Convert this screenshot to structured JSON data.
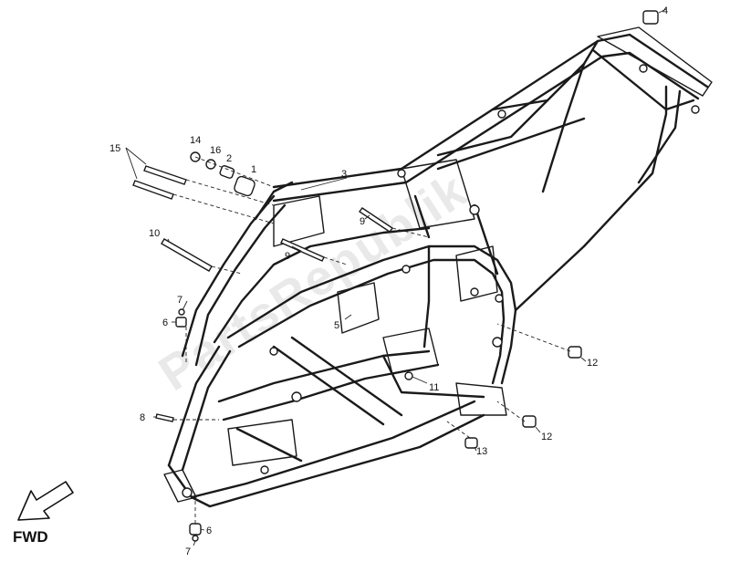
{
  "diagram": {
    "direction_label": "FWD",
    "watermark": "PartsRepublik",
    "callouts": [
      {
        "id": "c4",
        "label": "4"
      },
      {
        "id": "c14",
        "label": "14"
      },
      {
        "id": "c16",
        "label": "16"
      },
      {
        "id": "c2",
        "label": "2"
      },
      {
        "id": "c1",
        "label": "1"
      },
      {
        "id": "c15",
        "label": "15"
      },
      {
        "id": "c3",
        "label": "3"
      },
      {
        "id": "c9a",
        "label": "9"
      },
      {
        "id": "c9b",
        "label": "9"
      },
      {
        "id": "c10",
        "label": "10"
      },
      {
        "id": "c7a",
        "label": "7"
      },
      {
        "id": "c6a",
        "label": "6"
      },
      {
        "id": "c5",
        "label": "5"
      },
      {
        "id": "c12a",
        "label": "12"
      },
      {
        "id": "c11",
        "label": "11"
      },
      {
        "id": "c8",
        "label": "8"
      },
      {
        "id": "c12b",
        "label": "12"
      },
      {
        "id": "c13",
        "label": "13"
      },
      {
        "id": "c6b",
        "label": "6"
      },
      {
        "id": "c7b",
        "label": "7"
      }
    ]
  }
}
